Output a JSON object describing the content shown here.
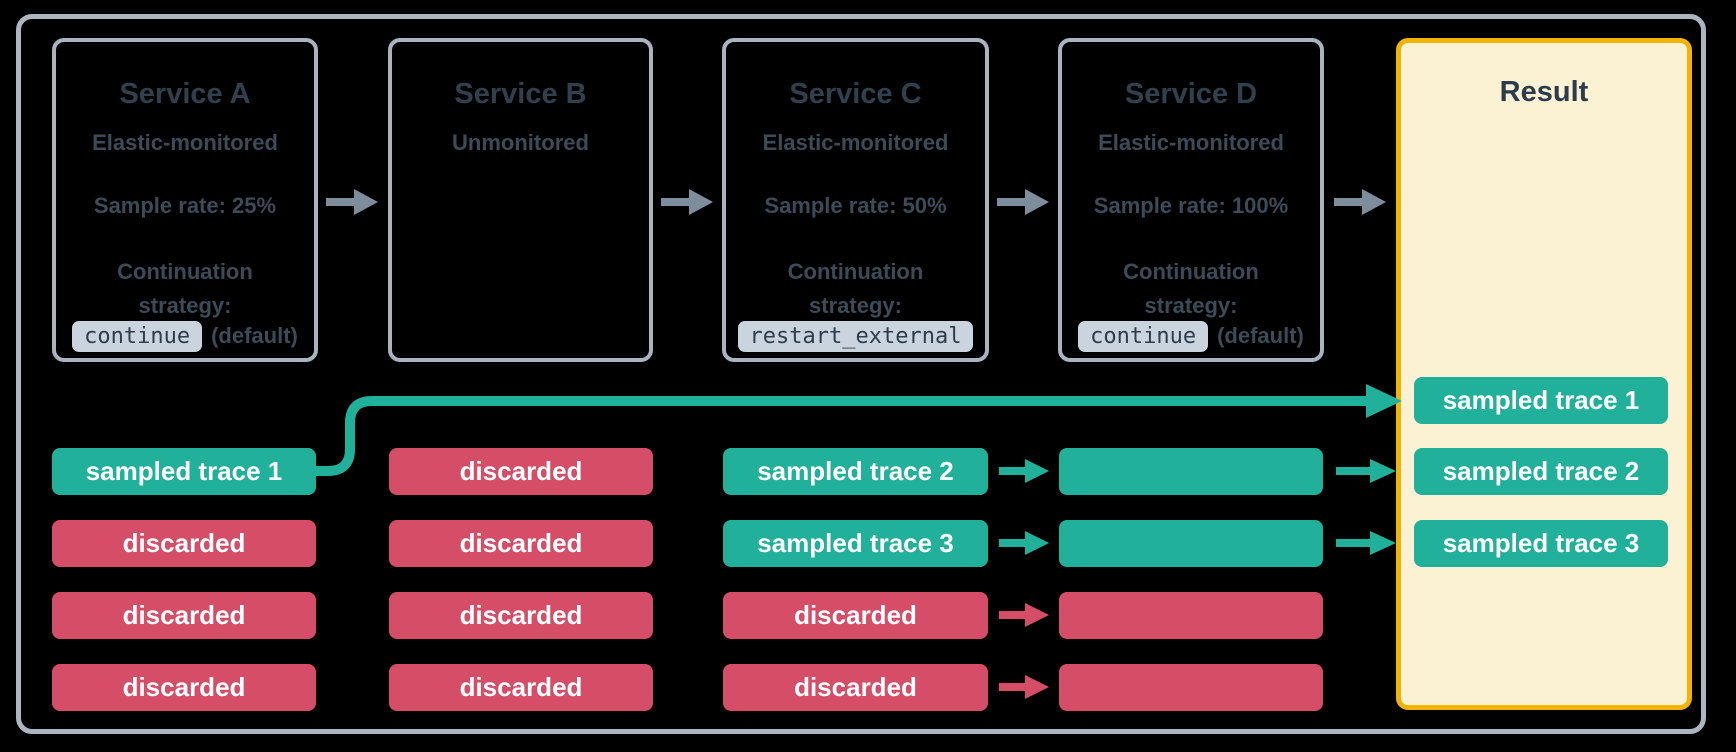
{
  "diagram": {
    "name": "distributed-trace-sampling-flow",
    "services": [
      {
        "title": "Service A",
        "monitoring": "Elastic-monitored",
        "sample_rate": "Sample rate: 25%",
        "continuation_label": "Continuation strategy:",
        "strategy_code": "continue",
        "strategy_note": "(default)",
        "traces": [
          {
            "label": "sampled trace 1",
            "status": "sampled"
          },
          {
            "label": "discarded",
            "status": "discarded"
          },
          {
            "label": "discarded",
            "status": "discarded"
          },
          {
            "label": "discarded",
            "status": "discarded"
          }
        ]
      },
      {
        "title": "Service B",
        "monitoring": "Unmonitored",
        "traces": [
          {
            "label": "discarded",
            "status": "discarded"
          },
          {
            "label": "discarded",
            "status": "discarded"
          },
          {
            "label": "discarded",
            "status": "discarded"
          },
          {
            "label": "discarded",
            "status": "discarded"
          }
        ]
      },
      {
        "title": "Service C",
        "monitoring": "Elastic-monitored",
        "sample_rate": "Sample rate: 50%",
        "continuation_label": "Continuation strategy:",
        "strategy_code": "restart_external",
        "traces": [
          {
            "label": "sampled trace 2",
            "status": "sampled"
          },
          {
            "label": "sampled trace 3",
            "status": "sampled"
          },
          {
            "label": "discarded",
            "status": "discarded"
          },
          {
            "label": "discarded",
            "status": "discarded"
          }
        ]
      },
      {
        "title": "Service D",
        "monitoring": "Elastic-monitored",
        "sample_rate": "Sample rate: 100%",
        "continuation_label": "Continuation strategy:",
        "strategy_code": "continue",
        "strategy_note": "(default)",
        "traces": [
          {
            "label": "",
            "status": "sampled"
          },
          {
            "label": "",
            "status": "sampled"
          },
          {
            "label": "",
            "status": "discarded"
          },
          {
            "label": "",
            "status": "discarded"
          }
        ]
      }
    ],
    "result": {
      "title": "Result",
      "traces": [
        {
          "label": "sampled trace 1",
          "status": "sampled"
        },
        {
          "label": "sampled trace 2",
          "status": "sampled"
        },
        {
          "label": "sampled trace 3",
          "status": "sampled"
        }
      ]
    },
    "colors": {
      "background": "#000000",
      "outer_frame_border": "#abb6c1",
      "service_box_border": "#a9b4c0",
      "title_text": "#31404d",
      "body_text": "#3c4b58",
      "code_badge_bg": "#c9d4de",
      "code_badge_text": "#2e3d4a",
      "sampled_teal": "#21b19a",
      "discarded_red": "#d64d68",
      "flow_arrow_gray": "#7d8d9c",
      "result_border_gold": "#f2b306",
      "result_bg_cream": "#fbf2d3",
      "bar_text": "#ffffff"
    }
  }
}
